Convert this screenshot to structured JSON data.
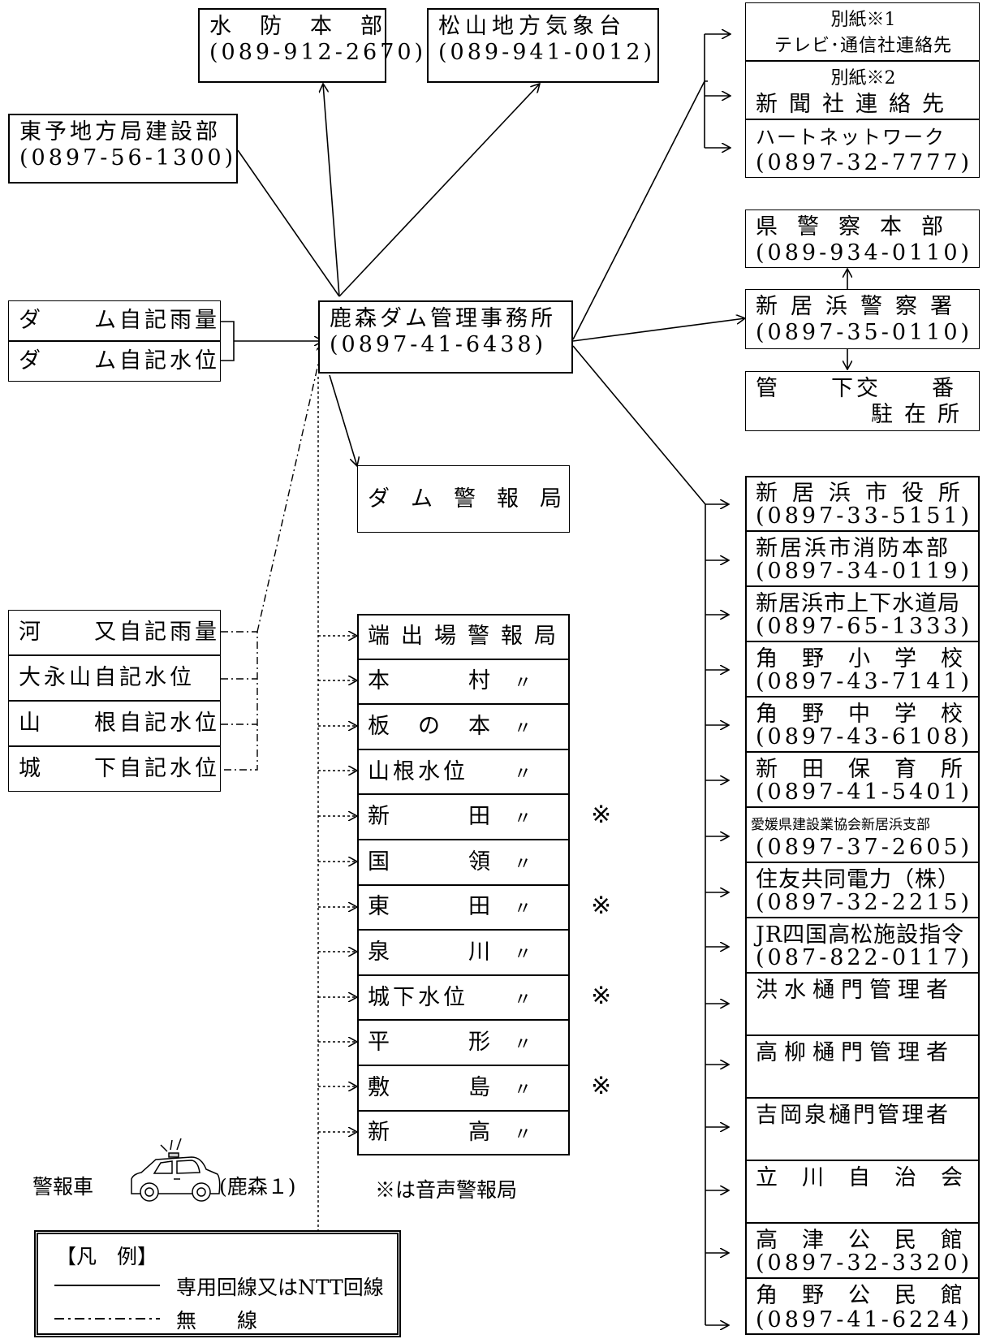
{
  "center": {
    "name": "鹿森ダム管理事務所",
    "phone": "(0897-41-6438)"
  },
  "top_nodes": {
    "suibo": {
      "name": "水　防　本　部",
      "phone": "(089-912-2670)"
    },
    "kishodai": {
      "name": "松山地方気象台",
      "phone": "(089-941-0012)"
    },
    "toyo": {
      "name": "東予地方局建設部",
      "phone": "(0897-56-1300)"
    }
  },
  "media": [
    {
      "title": "別紙※1",
      "sub": "テレビ･通信社連絡先"
    },
    {
      "title": "別紙※2",
      "sub": "新聞社連絡先"
    },
    {
      "title": "ハートネットワーク",
      "sub": "(0897-32-7777)"
    }
  ],
  "police": {
    "hq": {
      "name": "県警察本部",
      "phone": "(089-934-0110)"
    },
    "station": {
      "name": "新居浜警察署",
      "phone": "(0897-35-0110)"
    },
    "koban": {
      "line1": "管　　下交　　番",
      "line2": "駐在所"
    }
  },
  "sensors_wired": [
    "ダ　　ム自記雨量",
    "ダ　　ム自記水位"
  ],
  "dam_alarm": "ダム警報局",
  "sensors_radio": [
    "河　　又自記雨量",
    "大永山自記水位",
    "山　　根自記水位",
    "城　　下自記水位"
  ],
  "alarm_stations": [
    {
      "name": "端出場警報局",
      "ditto": "",
      "voice": false
    },
    {
      "name": "本　　　村",
      "ditto": "〃",
      "voice": false
    },
    {
      "name": "板　の　本",
      "ditto": "〃",
      "voice": false
    },
    {
      "name": "山根水位",
      "ditto": "〃",
      "voice": false
    },
    {
      "name": "新　　　田",
      "ditto": "〃",
      "voice": true
    },
    {
      "name": "国　　　領",
      "ditto": "〃",
      "voice": false
    },
    {
      "name": "東　　　田",
      "ditto": "〃",
      "voice": true
    },
    {
      "name": "泉　　　川",
      "ditto": "〃",
      "voice": false
    },
    {
      "name": "城下水位",
      "ditto": "〃",
      "voice": true
    },
    {
      "name": "平　　　形",
      "ditto": "〃",
      "voice": false
    },
    {
      "name": "敷　　　島",
      "ditto": "〃",
      "voice": true
    },
    {
      "name": "新　　　高",
      "ditto": "〃",
      "voice": false
    }
  ],
  "voice_mark": "※",
  "local_contacts": [
    {
      "name": "新居浜市役所",
      "phone": "(0897-33-5151)"
    },
    {
      "name": "新居浜市消防本部",
      "phone": "(0897-34-0119)"
    },
    {
      "name": "新居浜市上下水道局",
      "phone": "(0897-65-1333)"
    },
    {
      "name": "角野小学校",
      "phone": "(0897-43-7141)"
    },
    {
      "name": "角野中学校",
      "phone": "(0897-43-6108)"
    },
    {
      "name": "新田保育所",
      "phone": "(0897-41-5401)"
    },
    {
      "name": "愛媛県建設業協会新居浜支部",
      "phone": "(0897-37-2605)"
    },
    {
      "name": "住友共同電力（株）",
      "phone": "(0897-32-2215)"
    },
    {
      "name": "JR四国高松施設指令",
      "phone": "(087-822-0117)"
    },
    {
      "name": "洪水樋門管理者",
      "phone": ""
    },
    {
      "name": "高柳樋門管理者",
      "phone": ""
    },
    {
      "name": "吉岡泉樋門管理者",
      "phone": ""
    },
    {
      "name": "立川自治会",
      "phone": ""
    },
    {
      "name": "高津公民館",
      "phone": "(0897-32-3320)"
    },
    {
      "name": "角野公民館",
      "phone": "(0897-41-6224)"
    }
  ],
  "alarm_car": {
    "label": "警報車",
    "id": "(鹿森１)"
  },
  "voice_note": "※は音声警報局",
  "legend": {
    "title": "【凡　例】",
    "wired": "専用回線又はNTT回線",
    "radio": "無　　線"
  }
}
